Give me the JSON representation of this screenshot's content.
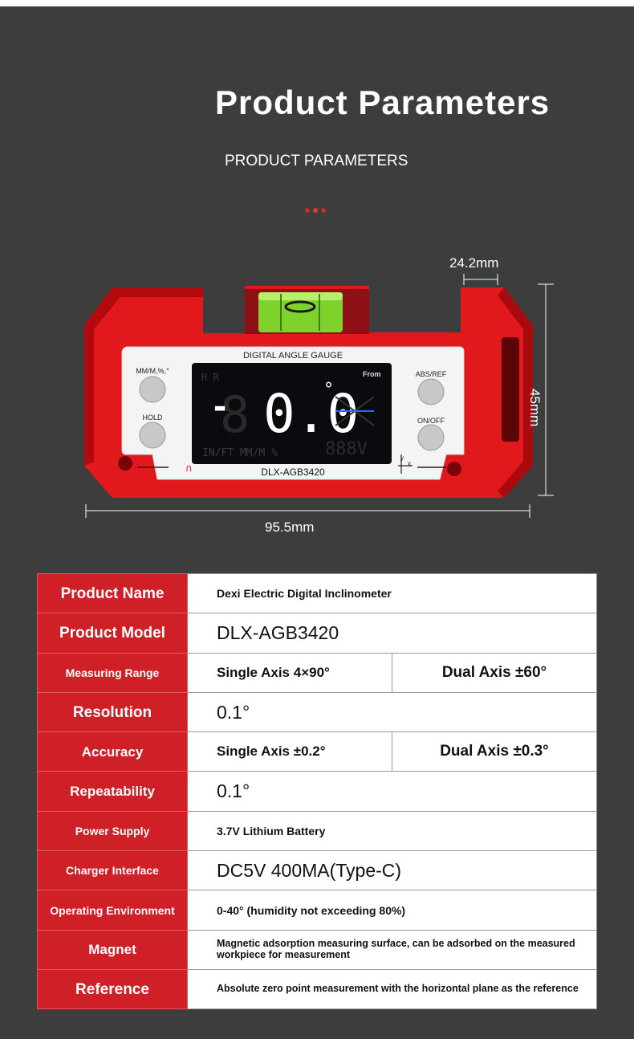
{
  "header": {
    "title": "Product Parameters",
    "subtitle": "PRODUCT PARAMETERS"
  },
  "device": {
    "gauge_label": "DIGITAL ANGLE GAUGE",
    "model_label": "DLX-AGB3420",
    "button_mode": "MM/M,%,°",
    "button_hold": "HOLD",
    "button_abs": "ABS/REF",
    "button_onoff": "ON/OFF",
    "display_value": "0.0",
    "display_sign": "-",
    "display_ghost": "8",
    "display_degree": "°",
    "display_from": "From",
    "display_units": "IN/FT  MM/M  %",
    "display_hr": "H  R",
    "display_volt": "888V",
    "axis_y": "y",
    "axis_x": "x",
    "accent": "#e1191d",
    "screen_color": "#0b0b0f"
  },
  "dimensions": {
    "width": "95.5mm",
    "height": "45mm",
    "top": "24.2mm"
  },
  "specs": {
    "product_name_label": "Product Name",
    "product_name_value": "Dexi Electric Digital Inclinometer",
    "model_label": "Product Model",
    "model_value": "DLX-AGB3420",
    "range_label": "Measuring Range",
    "range_single": "Single Axis 4×90°",
    "range_dual": "Dual Axis ±60°",
    "resolution_label": "Resolution",
    "resolution_value": "0.1°",
    "accuracy_label": "Accuracy",
    "accuracy_single": "Single Axis ±0.2°",
    "accuracy_dual": "Dual Axis ±0.3°",
    "repeatability_label": "Repeatability",
    "repeatability_value": "0.1°",
    "power_label": "Power Supply",
    "power_value": "3.7V Lithium Battery",
    "charger_label": "Charger Interface",
    "charger_value": "DC5V 400MA(Type-C)",
    "env_label": "Operating Environment",
    "env_value": "0-40° (humidity not exceeding 80%)",
    "magnet_label": "Magnet",
    "magnet_value": "Magnetic adsorption measuring surface, can be adsorbed on the measured workpiece for measurement",
    "reference_label": "Reference",
    "reference_value": "Absolute zero point measurement with the horizontal plane as the reference"
  }
}
